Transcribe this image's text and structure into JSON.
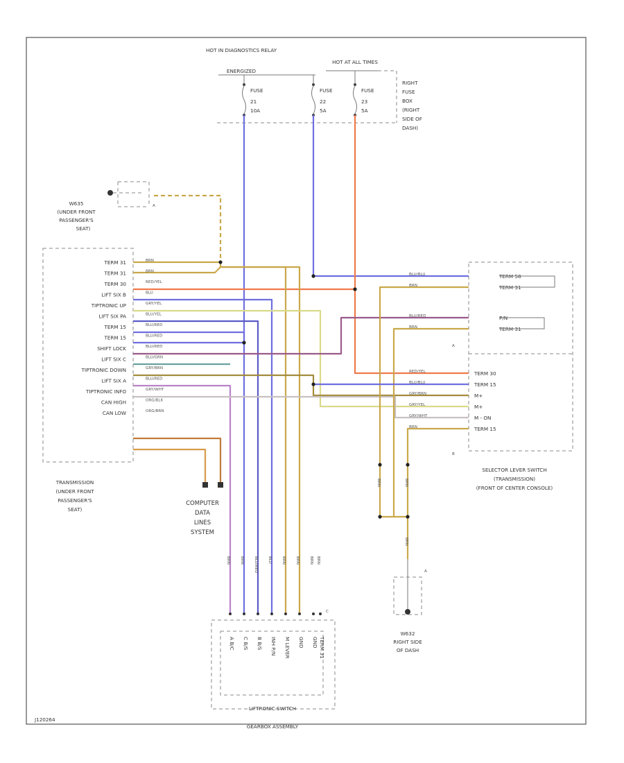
{
  "power": {
    "hot_in_diag": "HOT IN DIAGNOSTICS RELAY",
    "hot_in_diag_sub": "ENERGIZED",
    "hot_at_all_times": "HOT AT ALL TIMES",
    "fuses": [
      {
        "label": "FUSE",
        "number": "21",
        "rating": "10A"
      },
      {
        "label": "FUSE",
        "number": "22",
        "rating": "5A"
      },
      {
        "label": "FUSE",
        "number": "23",
        "rating": "5A"
      }
    ],
    "fuse_box_label": [
      "RIGHT",
      "FUSE",
      "BOX",
      "(RIGHT",
      "SIDE OF",
      "DASH)"
    ]
  },
  "grounds": {
    "g_seat": {
      "id": "W635",
      "lines": [
        "(UNDER FRONT",
        "PASSENGER'S",
        "SEAT)"
      ],
      "pin": "A"
    },
    "g_dash": {
      "id": "W632",
      "lines": [
        "RIGHT SIDE",
        "OF DASH"
      ],
      "pin": "A"
    }
  },
  "tcm": {
    "pins": [
      "TERM 31",
      "TERM 31",
      "TERM 30",
      "LIFT SIX B",
      "TIPTRONIC UP",
      "LIFT SIX PA",
      "TERM 15",
      "TERM 15",
      "SHIFT LOCK",
      "LIFT SIX C",
      "TIPTRONIC DOWN",
      "LIFT SIX A",
      "TIPTRONIC INFO",
      "CAN HIGH",
      "CAN LOW"
    ],
    "wire_labels": [
      "BRN",
      "BRN",
      "RED/YEL",
      "BLU",
      "GRY/YEL",
      "BLU/YEL",
      "BLU/RED",
      "BLU/RED",
      "BLU/RED",
      "BLU/GRN",
      "GRY/BRN",
      "BLU/RED",
      "GRY/WHT",
      "ORG/BLK",
      "ORG/BRN"
    ],
    "title": [
      "TRANSMISSION",
      "(UNDER FRONT",
      "PASSENGER'S",
      "SEAT)"
    ]
  },
  "can_system": [
    "COMPUTER",
    "DATA",
    "LINES",
    "SYSTEM"
  ],
  "selector": {
    "pins": [
      "TERM 58",
      "TERM 31",
      "P/N",
      "TERM 31",
      "TERM 30",
      "TERM 15",
      "M+",
      "M+",
      "M - ON",
      "TERM 15"
    ],
    "wire_labels": [
      "BLU/BLU",
      "BRN",
      "BLU/RED",
      "BRN",
      "RED/YEL",
      "BLU/BLU",
      "GRY/BRN",
      "GRY/YEL",
      "GRY/WHT",
      "BRN"
    ],
    "connector_labels": [
      "A",
      "B"
    ],
    "title": [
      "SELECTOR LEVER SWITCH",
      "(TRANSMISSION)",
      "(FRONT OF CENTER CONSOLE)"
    ]
  },
  "tiptronic": {
    "pins": [
      "A  B/C",
      "C  B/S",
      "B  B/S",
      "INH  P/N",
      "M  LEVER",
      "GND",
      "GND",
      "TERM 31"
    ],
    "wire_labels": [
      "BRN",
      "BRN",
      "BLU/RED",
      "BLU",
      "BRN",
      "BRN",
      "BRN",
      "BRN"
    ],
    "connector_label": "C",
    "title": "LIFTRONIC SWITCH",
    "subtitle": "GEARBOX ASSEMBLY"
  },
  "splice_labels": [
    "BRN",
    "BRN",
    "BRN"
  ],
  "footer_code": "J120264",
  "wire_colors": {
    "brown": "#c9a84a",
    "brown_dark": "#a38b3c",
    "red_yel": "#ef7a4a",
    "blue": "#6e6ee0",
    "blue_dark": "#5b5bc8",
    "gry_yel": "#dada8a",
    "gry_wht": "#c8c0c0",
    "purple": "#b882c8",
    "blu_red": "#9a5a8a",
    "blu_grn": "#6aa0a0",
    "orange": "#d89a4a",
    "orange_dark": "#c07a3a"
  }
}
